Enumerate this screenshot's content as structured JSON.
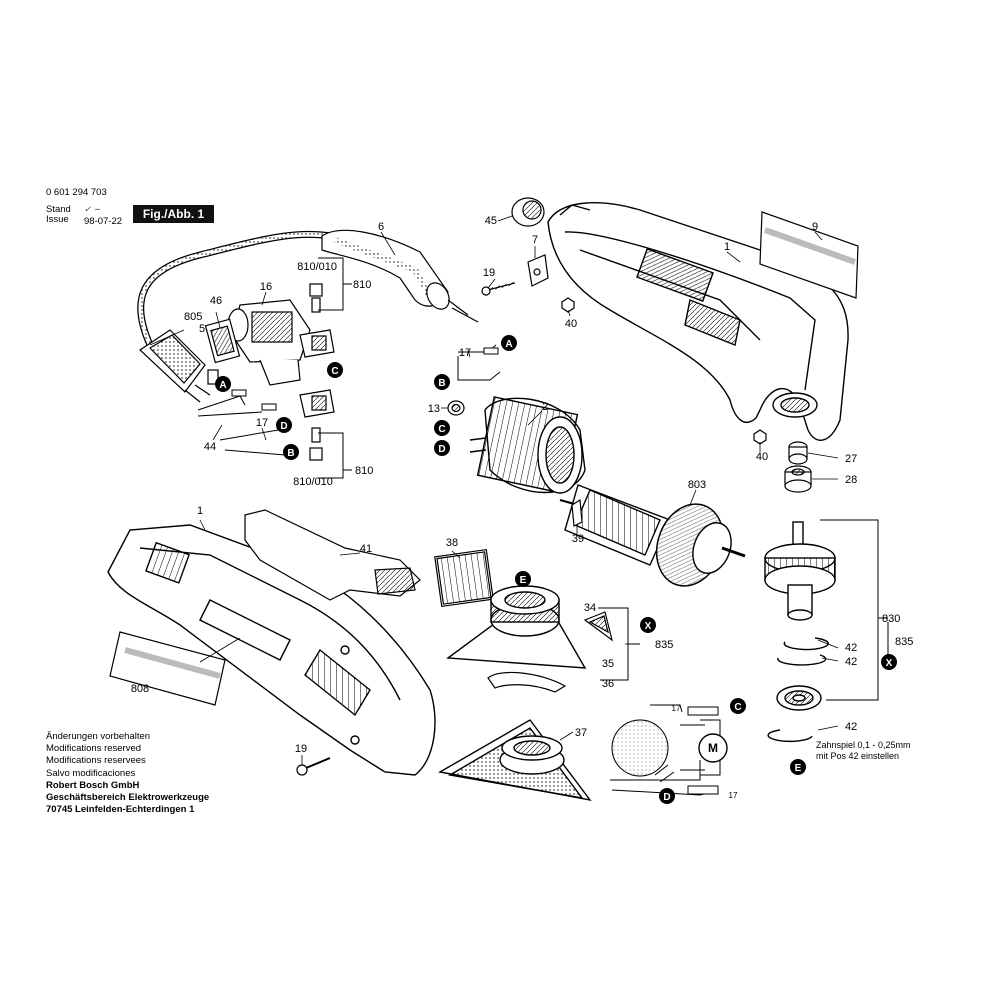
{
  "header": {
    "part_number": "0 601 294 703",
    "stand_label": "Stand",
    "issue_label": "Issue",
    "revision_date": "98-07-22",
    "fig_label": "Fig./Abb. 1"
  },
  "footer_notes": [
    "Änderungen vorbehalten",
    "Modifications reserved",
    "Modifications reservees",
    "Salvo modificaciones"
  ],
  "company": {
    "name": "Robert Bosch GmbH",
    "division": "Geschäftsbereich Elektrowerkzeuge",
    "address": "70745 Leinfelden-Echterdingen 1"
  },
  "note_backlash": [
    "Zahnspiel 0,1 - 0,25mm",
    "mit Pos 42 einstellen"
  ],
  "part_labels": {
    "p1": "1",
    "p2": "2",
    "p5": "5",
    "p6": "6",
    "p7": "7",
    "p9": "9",
    "p13": "13",
    "p16": "16",
    "p17": "17",
    "p19": "19",
    "p27": "27",
    "p28": "28",
    "p34": "34",
    "p35": "35",
    "p36": "36",
    "p37": "37",
    "p38": "38",
    "p39": "39",
    "p40": "40",
    "p41": "41",
    "p42": "42",
    "p44": "44",
    "p45": "45",
    "p46": "46",
    "p803": "803",
    "p805": "805",
    "p808": "808",
    "p810": "810",
    "p810_010": "810/010",
    "p830": "830",
    "p835": "835"
  },
  "circle_markers": {
    "A": "A",
    "B": "B",
    "C": "C",
    "D": "D",
    "E": "E",
    "X": "X"
  },
  "motor_symbol": "M",
  "colors": {
    "ink": "#000000",
    "paper": "#ffffff",
    "fill": "#f2f2f2",
    "shade": "#d9d9d9"
  }
}
